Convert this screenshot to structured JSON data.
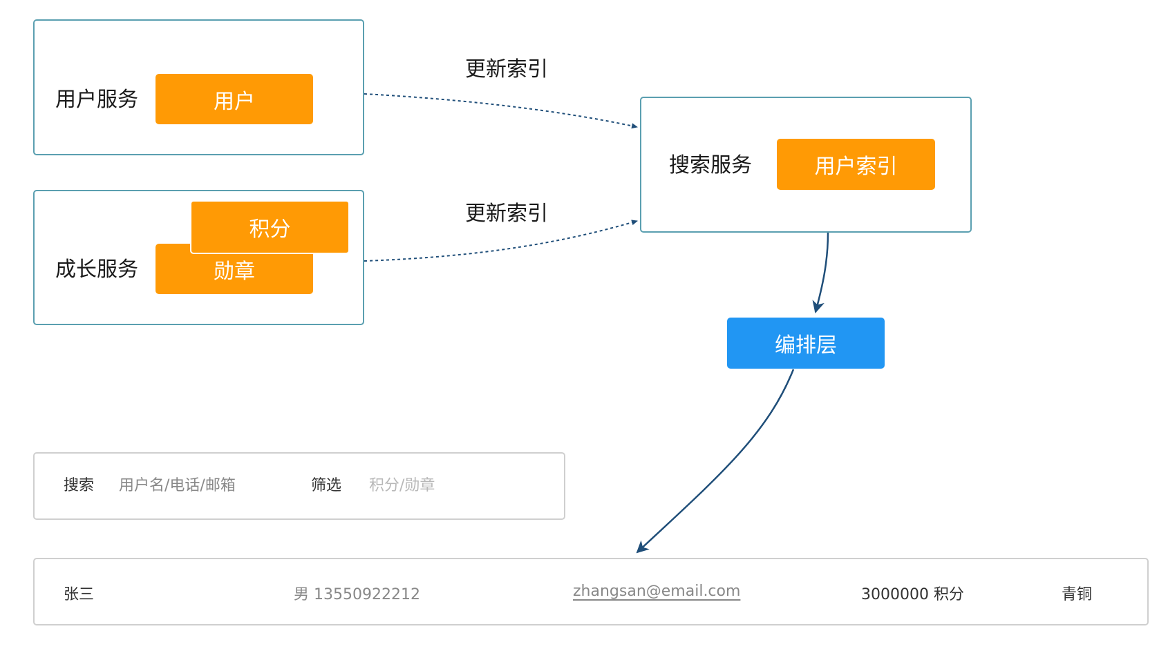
{
  "user_service": {
    "label": "用户服务",
    "chip": "用户"
  },
  "growth_service": {
    "label": "成长服务",
    "chips": [
      "勋章",
      "积分"
    ]
  },
  "edges": {
    "update_index_1": "更新索引",
    "update_index_2": "更新索引"
  },
  "search_service": {
    "label": "搜索服务",
    "chip": "用户索引"
  },
  "orchestration": {
    "label": "编排层"
  },
  "search_bar": {
    "search_label": "搜索",
    "search_placeholder": "用户名/电话/邮箱",
    "filter_label": "筛选",
    "filter_placeholder": "积分/勋章"
  },
  "result_row": {
    "name": "张三",
    "gender_phone": "男 13550922212",
    "email": "zhangsan@email.com",
    "points": "3000000 积分",
    "level": "青铜"
  },
  "colors": {
    "service_border": "#5a9fb0",
    "chip_orange": "#FF9A05",
    "chip_blue": "#2196F3",
    "arrow": "#1f4e79",
    "panel_border": "#cfcfcf"
  }
}
